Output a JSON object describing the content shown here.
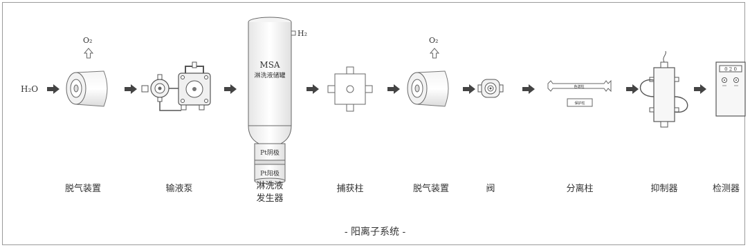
{
  "inputs": {
    "water": "H₂O"
  },
  "gas_labels": {
    "o2_first": "O₂",
    "h2": "H₂",
    "o2_second": "O₂"
  },
  "generator": {
    "title": "MSA",
    "subtitle": "淋洗液储罐",
    "cathode": "Pt阴极",
    "anode": "Pt阳极"
  },
  "column": {
    "top_label": "色谱柱",
    "bottom_label": "保护柱"
  },
  "detector": {
    "display": "0 2 0"
  },
  "components": [
    {
      "label": "脱气装置"
    },
    {
      "label": "输液泵"
    },
    {
      "label_line1": "淋洗液",
      "label_line2": "发生器"
    },
    {
      "label": "捕获柱"
    },
    {
      "label": "脱气装置"
    },
    {
      "label": "阀"
    },
    {
      "label": "分离柱"
    },
    {
      "label": "抑制器"
    },
    {
      "label": "检测器"
    }
  ],
  "caption": "- 阳离子系统 -"
}
